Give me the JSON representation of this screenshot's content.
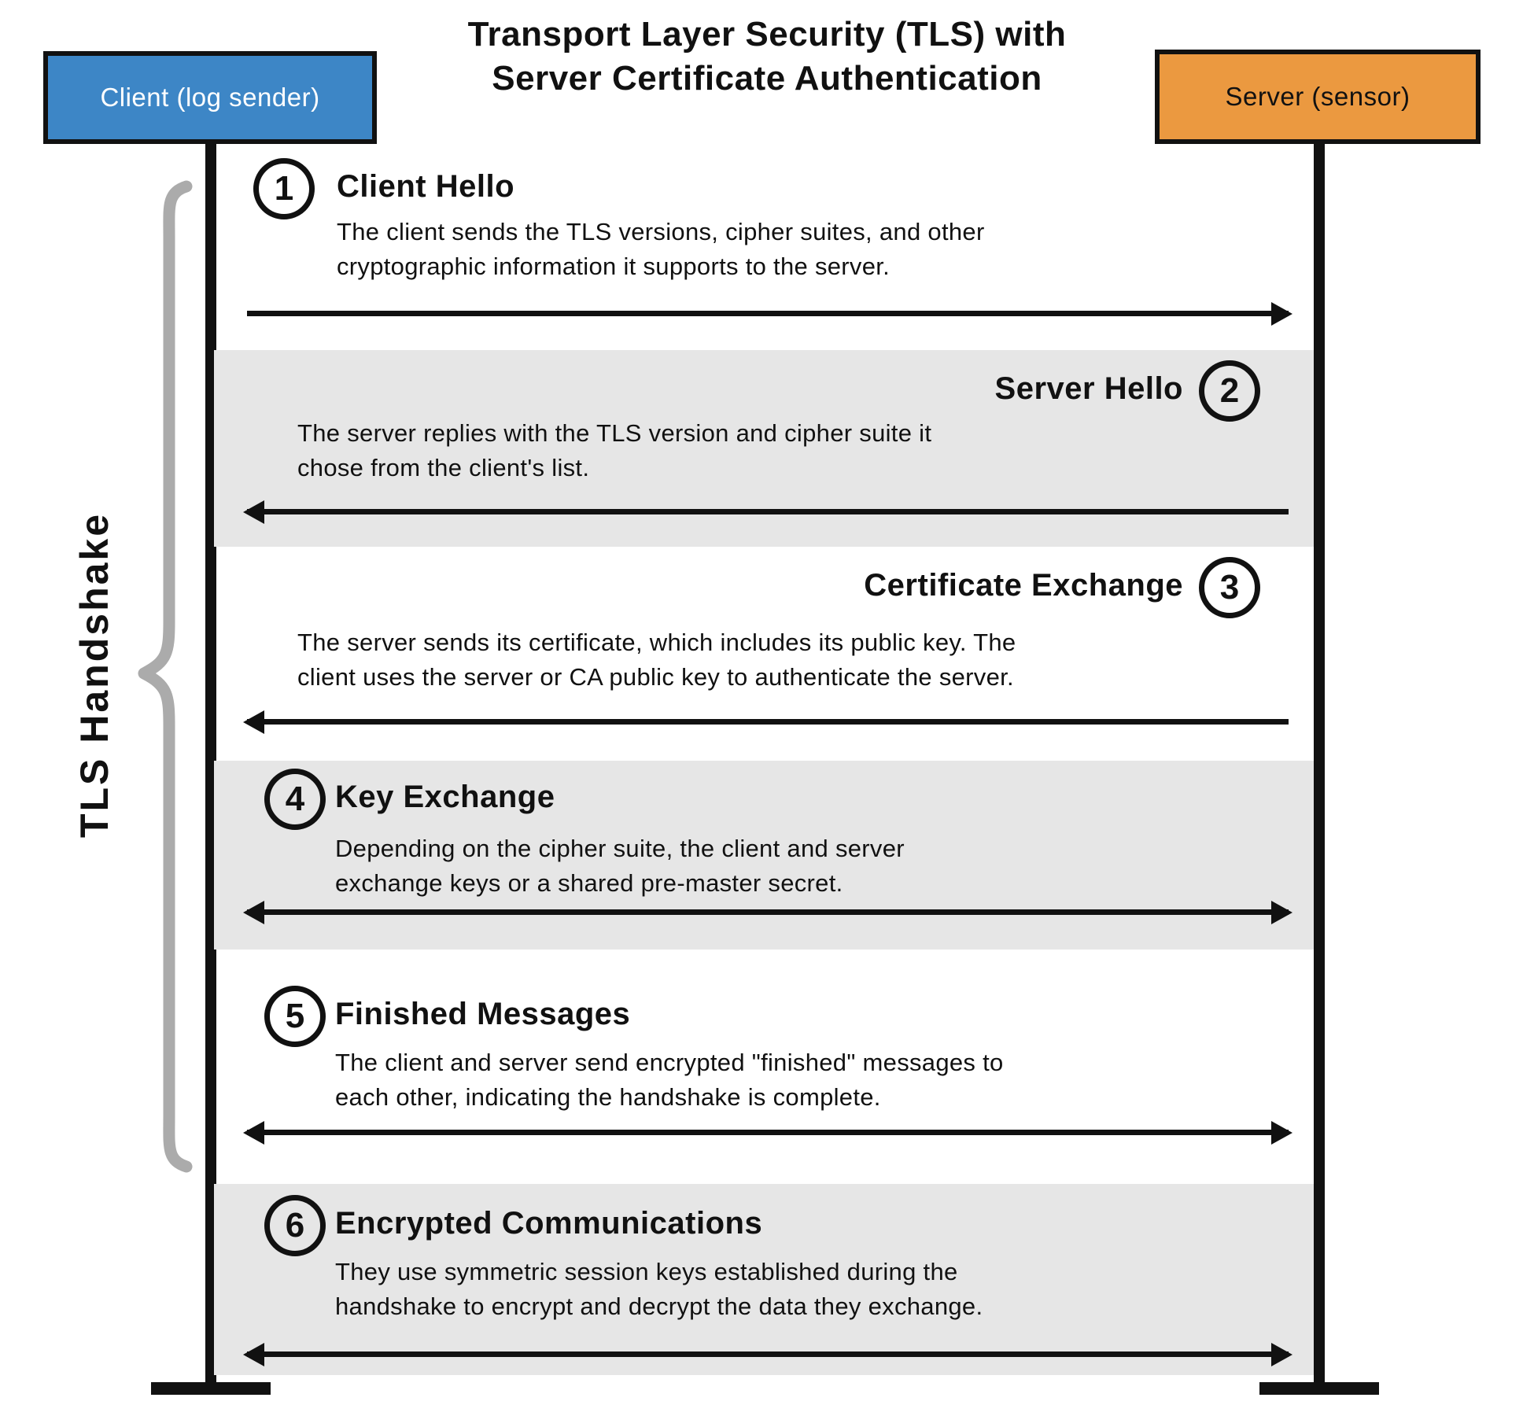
{
  "title": {
    "line1": "Transport Layer Security (TLS) with",
    "line2": "Server Certificate Authentication"
  },
  "actors": {
    "client": {
      "label": "Client (log sender)",
      "color": "#3d86c6"
    },
    "server": {
      "label": "Server (sensor)",
      "color": "#eb9940"
    }
  },
  "brace": {
    "label": "TLS Handshake",
    "color": "#ababab"
  },
  "colors": {
    "band": "#e6e6e6",
    "line": "#111111"
  },
  "steps": [
    {
      "number": "1",
      "title": "Client Hello",
      "direction": "client-to-server",
      "description": "The client sends the TLS versions, cipher suites, and other\ncryptographic information it supports to the server."
    },
    {
      "number": "2",
      "title": "Server Hello",
      "direction": "server-to-client",
      "description": "The server replies with the TLS version and cipher suite it\nchose from the client's list."
    },
    {
      "number": "3",
      "title": "Certificate Exchange",
      "direction": "server-to-client",
      "description": "The server sends its certificate, which includes its public key. The\nclient uses the server or CA public key to authenticate the server."
    },
    {
      "number": "4",
      "title": "Key Exchange",
      "direction": "bidirectional",
      "description": "Depending on the cipher suite, the client and server\nexchange keys or a shared pre-master secret."
    },
    {
      "number": "5",
      "title": "Finished Messages",
      "direction": "bidirectional",
      "description": "The client and server send encrypted \"finished\" messages to\neach other, indicating the handshake is complete."
    },
    {
      "number": "6",
      "title": "Encrypted Communications",
      "direction": "bidirectional",
      "description": "They use symmetric session keys established during the\nhandshake to encrypt and decrypt the data they exchange."
    }
  ]
}
